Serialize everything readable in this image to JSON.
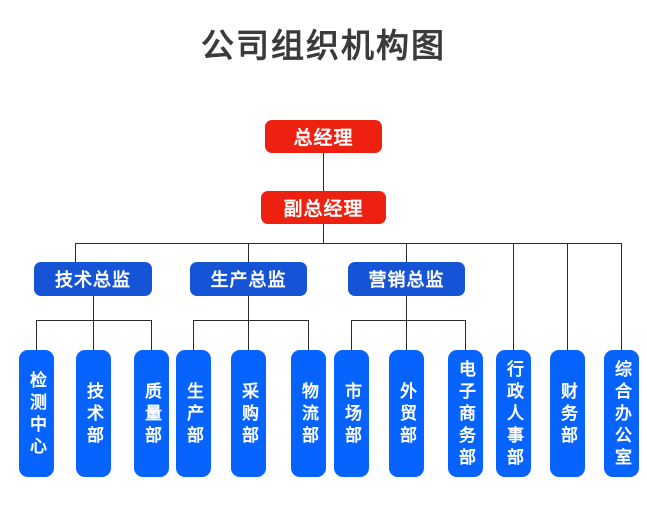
{
  "title": "公司组织机构图",
  "colors": {
    "background": "#ffffff",
    "title_text": "#3b3b3b",
    "executive_box": "#EE2010",
    "director_box": "#1554D6",
    "department_box": "#0663FE",
    "box_text": "#ffffff",
    "connector_line": "#2b2b2b"
  },
  "chart_data": {
    "type": "diagram",
    "diagram_type": "organizational-chart",
    "title": "公司组织机构图",
    "levels": [
      {
        "level": 1,
        "nodes": [
          {
            "id": "gm",
            "label": "总经理",
            "style": "executive"
          }
        ]
      },
      {
        "level": 2,
        "nodes": [
          {
            "id": "dgm",
            "label": "副总经理",
            "style": "executive"
          }
        ]
      },
      {
        "level": 3,
        "nodes": [
          {
            "id": "tech-dir",
            "label": "技术总监",
            "style": "director"
          },
          {
            "id": "prod-dir",
            "label": "生产总监",
            "style": "director"
          },
          {
            "id": "sales-dir",
            "label": "营销总监",
            "style": "director"
          }
        ]
      },
      {
        "level": 4,
        "nodes": [
          {
            "id": "d1",
            "label": "检测中心",
            "style": "department",
            "parent": "tech-dir"
          },
          {
            "id": "d2",
            "label": "技术部",
            "style": "department",
            "parent": "tech-dir"
          },
          {
            "id": "d3",
            "label": "质量部",
            "style": "department",
            "parent": "tech-dir"
          },
          {
            "id": "d4",
            "label": "生产部",
            "style": "department",
            "parent": "prod-dir"
          },
          {
            "id": "d5",
            "label": "采购部",
            "style": "department",
            "parent": "prod-dir"
          },
          {
            "id": "d6",
            "label": "物流部",
            "style": "department",
            "parent": "prod-dir"
          },
          {
            "id": "d7",
            "label": "市场部",
            "style": "department",
            "parent": "sales-dir"
          },
          {
            "id": "d8",
            "label": "外贸部",
            "style": "department",
            "parent": "sales-dir"
          },
          {
            "id": "d9",
            "label": "电子商务部",
            "style": "department",
            "parent": "sales-dir"
          },
          {
            "id": "d10",
            "label": "行政人事部",
            "style": "department",
            "parent": "dgm"
          },
          {
            "id": "d11",
            "label": "财务部",
            "style": "department",
            "parent": "dgm"
          },
          {
            "id": "d12",
            "label": "综合办公室",
            "style": "department",
            "parent": "dgm"
          }
        ]
      }
    ],
    "edges": [
      {
        "from": "gm",
        "to": "dgm"
      },
      {
        "from": "dgm",
        "to": "tech-dir"
      },
      {
        "from": "dgm",
        "to": "prod-dir"
      },
      {
        "from": "dgm",
        "to": "sales-dir"
      },
      {
        "from": "dgm",
        "to": "d10"
      },
      {
        "from": "dgm",
        "to": "d11"
      },
      {
        "from": "dgm",
        "to": "d12"
      },
      {
        "from": "tech-dir",
        "to": "d1"
      },
      {
        "from": "tech-dir",
        "to": "d2"
      },
      {
        "from": "tech-dir",
        "to": "d3"
      },
      {
        "from": "prod-dir",
        "to": "d4"
      },
      {
        "from": "prod-dir",
        "to": "d5"
      },
      {
        "from": "prod-dir",
        "to": "d6"
      },
      {
        "from": "sales-dir",
        "to": "d7"
      },
      {
        "from": "sales-dir",
        "to": "d8"
      },
      {
        "from": "sales-dir",
        "to": "d9"
      }
    ]
  },
  "nodes": {
    "gm": "总经理",
    "dgm": "副总经理",
    "tech_dir": "技术总监",
    "prod_dir": "生产总监",
    "sales_dir": "营销总监",
    "dept": [
      "检测中心",
      "技术部",
      "质量部",
      "生产部",
      "采购部",
      "物流部",
      "市场部",
      "外贸部",
      "电子商务部",
      "行政人事部",
      "财务部",
      "综合办公室"
    ]
  }
}
